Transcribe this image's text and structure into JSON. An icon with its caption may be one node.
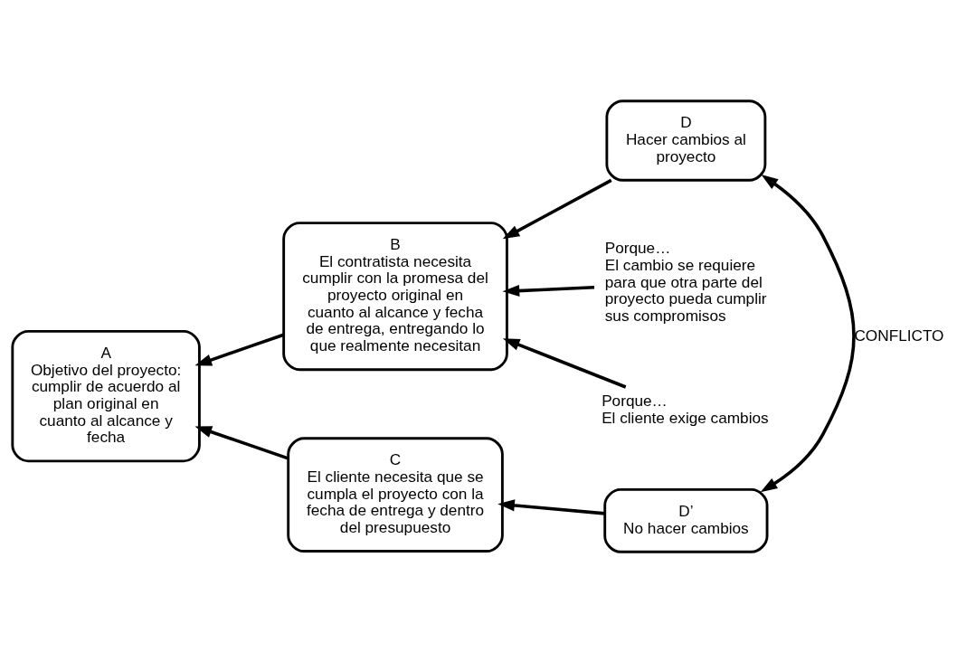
{
  "diagram": {
    "nodes": [
      {
        "text": [
          "A",
          "Objetivo del proyecto: cumplir de acuerdo al plan original en cuanto al alcance y fecha"
        ]
      },
      {
        "text": [
          "B",
          "El contratista necesita cumplir con la promesa del proyecto original en cuanto al alcance y fecha de entrega, entregando lo que realmente necesitan"
        ]
      },
      {
        "text": [
          "C",
          "El cliente necesita que se cumpla el proyecto con la fecha de entrega y dentro del presupuesto"
        ]
      },
      {
        "text": [
          "D",
          "Hacer cambios al proyecto"
        ]
      },
      {
        "text": [
          "D’",
          "No hacer cambios"
        ]
      },
      {
        "text": [
          "Porque…",
          "El cambio se requiere para que otra parte del proyecto pueda cumplir sus compromisos"
        ]
      },
      {
        "text": [
          "Porque…",
          "El cliente exige cambios"
        ]
      }
    ],
    "edges": [
      {
        "from": 1,
        "to": 0,
        "arrow": "to"
      },
      {
        "from": 2,
        "to": 0,
        "arrow": "to"
      },
      {
        "from": 3,
        "to": 1,
        "arrow": "to"
      },
      {
        "from": 5,
        "to": 1,
        "arrow": "to"
      },
      {
        "from": 6,
        "to": 1,
        "arrow": "to"
      },
      {
        "from": 4,
        "to": 2,
        "arrow": "to"
      },
      {
        "from": 3,
        "to": 4,
        "arrow": "both",
        "label": "CONFLICTO"
      }
    ]
  }
}
